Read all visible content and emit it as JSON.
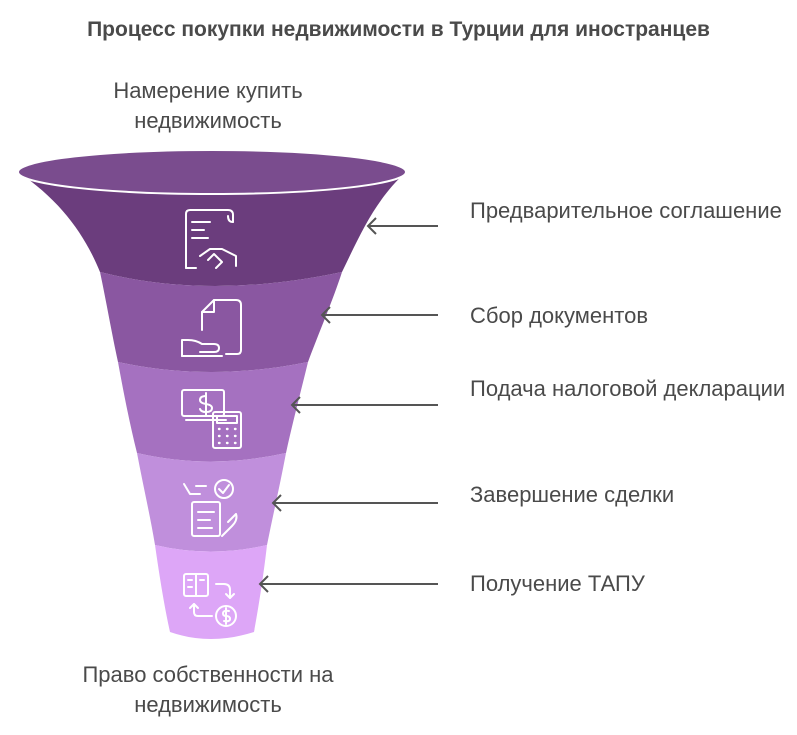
{
  "title": "Процесс покупки недвижимости в Турции для иностранцев",
  "start_label": "Намерение купить недвижимость",
  "end_label": "Право собственности на недвижимость",
  "steps": [
    {
      "label": "Предварительное соглашение",
      "icon": "contract-handshake-icon",
      "color": "#6b3d7d"
    },
    {
      "label": "Сбор документов",
      "icon": "document-hand-icon",
      "color": "#8a57a1"
    },
    {
      "label": "Подача налоговой декларации",
      "icon": "money-calculator-icon",
      "color": "#a571c0"
    },
    {
      "label": "Завершение сделки",
      "icon": "checklist-hand-icon",
      "color": "#c08fdc"
    },
    {
      "label": "Получение ТАПУ",
      "icon": "document-exchange-icon",
      "color": "#dda6f7"
    }
  ],
  "colors": {
    "text": "#4a4a4a",
    "arrow": "#555555",
    "icon_stroke": "#ffffff",
    "rim": "#7a4c8e"
  }
}
